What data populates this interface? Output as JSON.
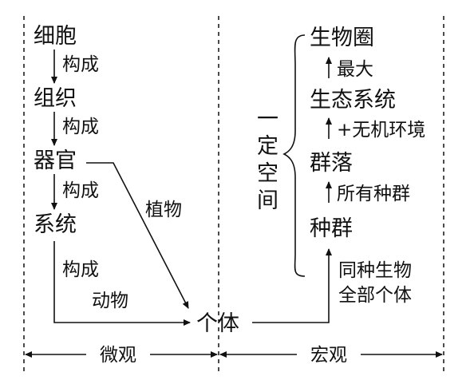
{
  "micro": {
    "levels": [
      "细胞",
      "组织",
      "器官",
      "系统"
    ],
    "compose_label": "构成",
    "plant_label": "植物",
    "animal_label": "动物"
  },
  "center": {
    "individual": "个体"
  },
  "macro": {
    "levels": [
      "种群",
      "群落",
      "生态系统",
      "生物圈"
    ],
    "individual_to_population": [
      "同种生物",
      "全部个体"
    ],
    "population_to_community": "所有种群",
    "community_to_ecosystem": "+无机环境",
    "ecosystem_to_biosphere": "最大",
    "space_label": [
      "一",
      "定",
      "空",
      "间"
    ]
  },
  "scale": {
    "micro": "微观",
    "macro": "宏观"
  }
}
